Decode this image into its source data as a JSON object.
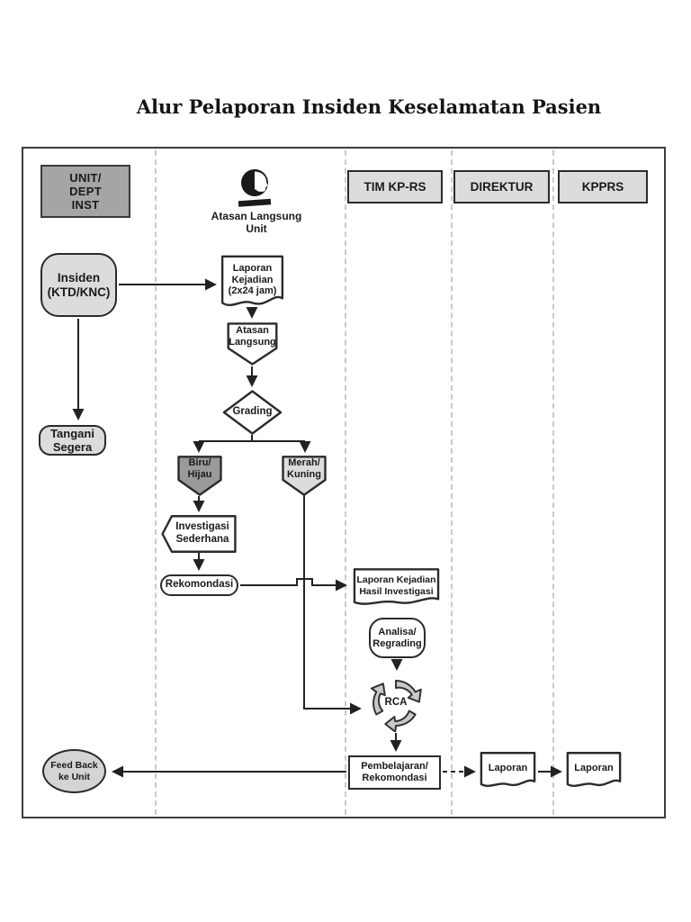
{
  "title": "Alur Pelaporan Insiden Keselamatan Pasien",
  "lanes": {
    "unit": "UNIT/\nDEPT\nINST",
    "atasan": "Atasan Langsung\nUnit",
    "tim": "TIM KP-RS",
    "direktur": "DIREKTUR",
    "kpprs": "KPPRS"
  },
  "nodes": {
    "insiden": "Insiden\n(KTD/KNC)",
    "laporan_kejadian": "Laporan\nKejadian\n(2x24 jam)",
    "atasan_langsung": "Atasan\nLangsung",
    "grading": "Grading",
    "biru_hijau": "Biru/\nHijau",
    "merah_kuning": "Merah/\nKuning",
    "investigasi_sederhana": "Investigasi\nSederhana",
    "rekomondasi": "Rekomondasi",
    "tangani_segera": "Tangani\nSegera",
    "laporan_hasil": "Laporan Kejadian\nHasil Investigasi",
    "analisa_regrading": "Analisa/\nRegrading",
    "rca": "RCA",
    "pembelajaran": "Pembelajaran/\nRekomondasi",
    "laporan_tim": "Laporan",
    "laporan_direktur": "Laporan",
    "feedback": "Feed Back\nke Unit"
  },
  "colors": {
    "line": "#222222",
    "frame": "#3c3c3c",
    "dark-fill": "#a5a5a5",
    "light-fill": "#dcdcdc",
    "mid-fill": "#9a9a9a",
    "node-border": "#2b2b2b",
    "dash": "#c9c9c9"
  }
}
